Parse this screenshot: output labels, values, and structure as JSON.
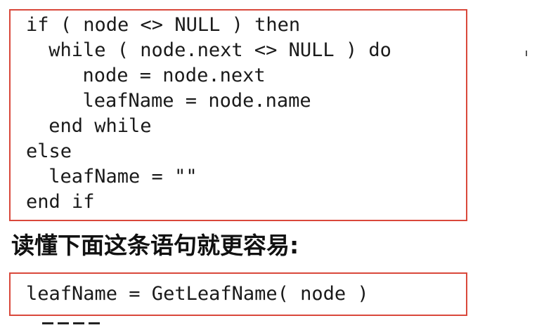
{
  "code_block_1": {
    "lines": [
      "if ( node <> NULL ) then",
      " while ( node.next <> NULL ) do",
      "  node = node.next",
      "  leafName = node.name",
      " end while",
      "else",
      " leafName = \"\"",
      "end if"
    ]
  },
  "caption": "读懂下面这条语句就更容易:",
  "code_block_2": {
    "lines": [
      "leafName = GetLeafName( node )"
    ]
  },
  "colors": {
    "box_border": "#d9483b",
    "text": "#1a1a1a"
  }
}
